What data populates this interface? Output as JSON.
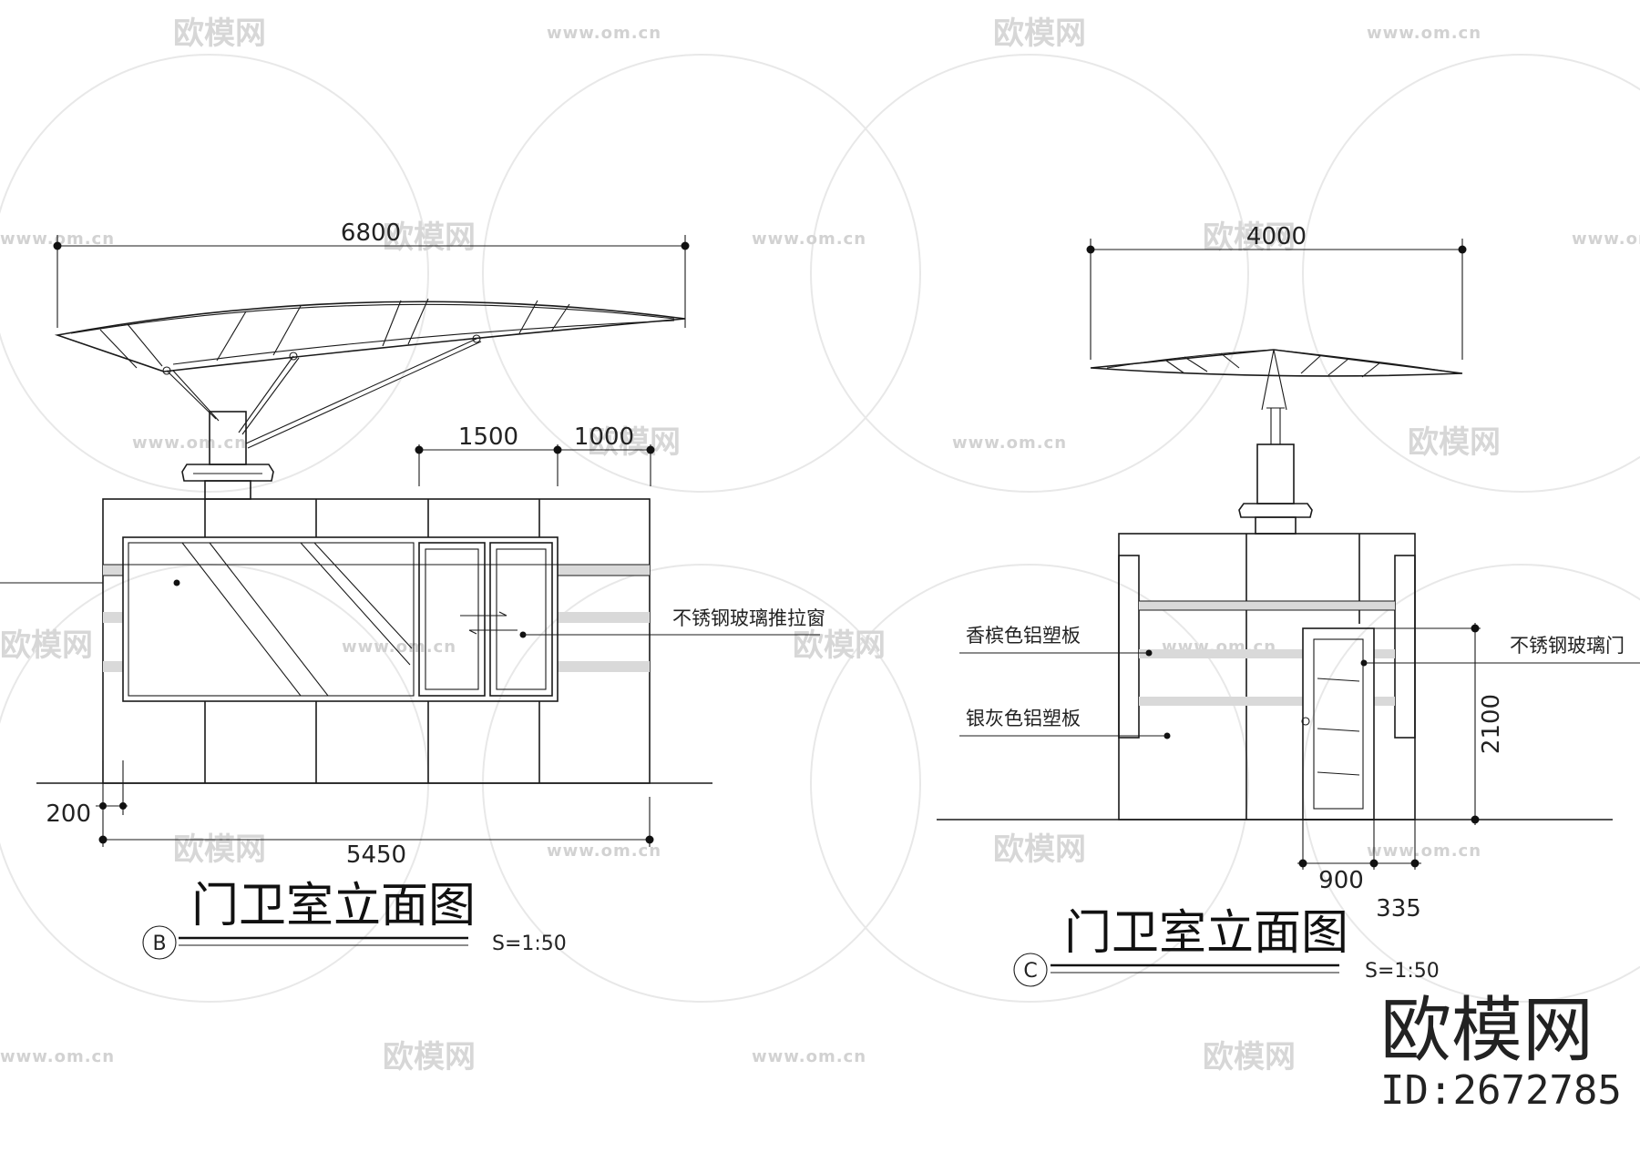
{
  "drawing_b": {
    "dims": {
      "canopy_width": "6800",
      "window_a": "1500",
      "window_b": "1000",
      "base_height": "200",
      "body_width": "5450"
    },
    "callout_window": "不锈钢玻璃推拉窗",
    "title": "门卫室立面图",
    "label": "B",
    "scale": "S=1:50"
  },
  "drawing_c": {
    "dims": {
      "canopy_width": "4000",
      "door_height": "2100",
      "door_width": "900",
      "side_width": "335"
    },
    "callout_upper_panel": "香槟色铝塑板",
    "callout_lower_panel": "银灰色铝塑板",
    "callout_door": "不锈钢玻璃门",
    "title": "门卫室立面图",
    "label": "C",
    "scale": "S=1:50"
  },
  "watermark": {
    "brand": "欧模网",
    "url": "www.om.cn"
  },
  "brand": {
    "name": "欧模网",
    "id": "ID:2672785"
  }
}
